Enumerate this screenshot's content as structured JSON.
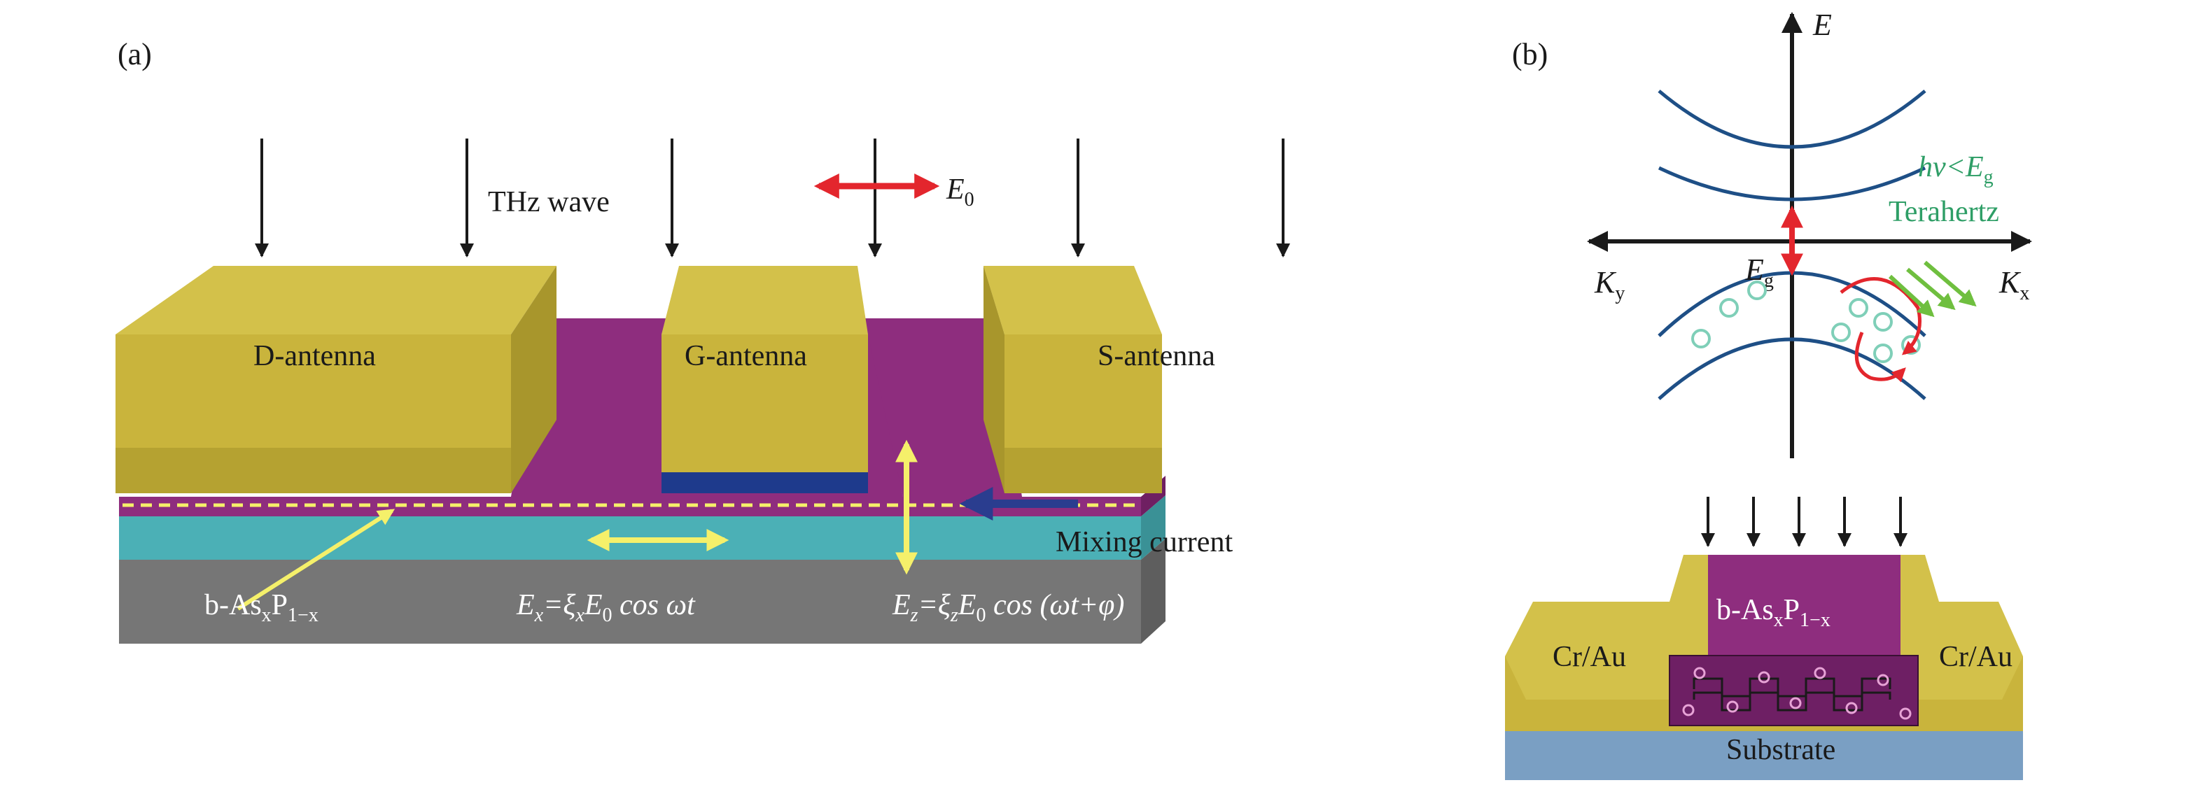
{
  "panel_a": {
    "tag": "(a)",
    "thz_wave": "THz wave",
    "e0": {
      "base": "E",
      "sub": "0"
    },
    "d_antenna": "D-antenna",
    "g_antenna": "G-antenna",
    "s_antenna": "S-antenna",
    "mixing_current": "Mixing current",
    "material": {
      "b": "b-As",
      "x": "x",
      "p": "P",
      "sub": "1−x"
    },
    "ex_formula": {
      "lhs": "E",
      "lhs_sub": "x",
      "eq": "=ξ",
      "xi_sub": "x",
      "e": "E",
      "e_sub": "0",
      "rest": " cos ωt"
    },
    "ez_formula": {
      "lhs": "E",
      "lhs_sub": "z",
      "eq": "=ξ",
      "xi_sub": "z",
      "e": "E",
      "e_sub": "0",
      "rest": " cos (ωt+φ)"
    }
  },
  "panel_b": {
    "tag": "(b)",
    "e_axis": "E",
    "ky": {
      "base": "K",
      "sub": "y"
    },
    "kx": {
      "base": "K",
      "sub": "x"
    },
    "eg": {
      "base": "E",
      "sub": "g"
    },
    "photon": {
      "hv": "hv<E",
      "sub": "g"
    },
    "terahertz": "Terahertz",
    "material": {
      "b": "b-As",
      "x": "x",
      "p": "P",
      "sub": "1−x"
    },
    "cr_au_left": "Cr/Au",
    "cr_au_right": "Cr/Au",
    "substrate": "Substrate"
  },
  "colors": {
    "gold": "#c9b43c",
    "purple": "#8e2d7e",
    "teal": "#4bb0b6",
    "gray": "#767676",
    "red_arrow": "#e3262d",
    "yellow_arrow": "#f5f06a",
    "band_blue": "#1e4f86",
    "green_text": "#2e9e66"
  }
}
